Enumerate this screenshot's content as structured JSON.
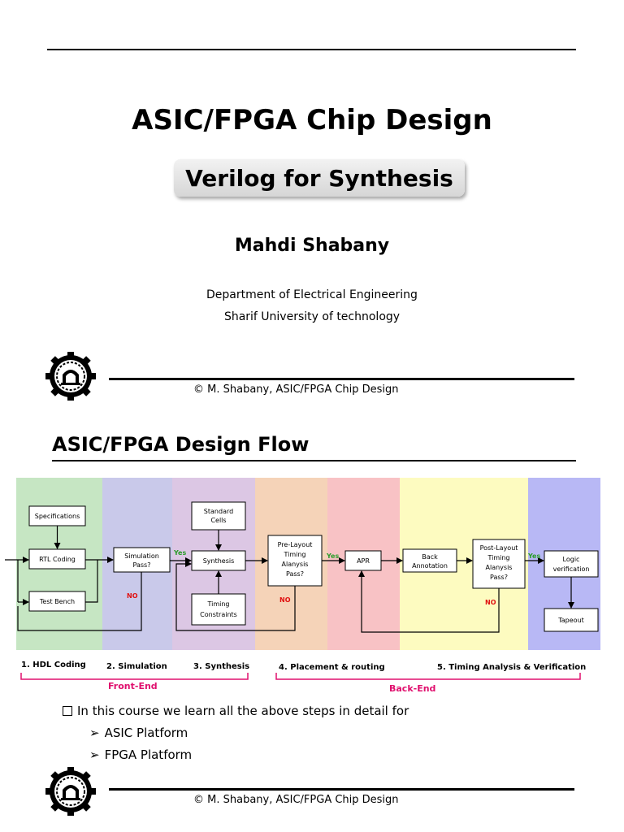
{
  "slide1": {
    "title": "ASIC/FPGA Chip Design",
    "subtitle": "Verilog for Synthesis",
    "author": "Mahdi Shabany",
    "department": "Department of Electrical Engineering",
    "university": "Sharif University of technology",
    "footer": "© M. Shabany, ASIC/FPGA Chip Design"
  },
  "slide2": {
    "title": "ASIC/FPGA Design Flow",
    "diagram": {
      "column_colors": [
        "#c6e6c3",
        "#c9c9ea",
        "#dcc7e4",
        "#f5d3b8",
        "#f8c2c5",
        "#fdfbc0",
        "#b8b8f5"
      ],
      "boxes": {
        "specifications": "Specifications",
        "rtl_coding": "RTL Coding",
        "test_bench": "Test Bench",
        "simulation_pass": [
          "Simulation",
          "Pass?"
        ],
        "standard_cells": [
          "Standard",
          "Cells"
        ],
        "synthesis": "Synthesis",
        "timing_constraints": [
          "Timing",
          "Constraints"
        ],
        "pre_layout": [
          "Pre-Layout",
          "Timing",
          "Alanysis",
          "Pass?"
        ],
        "apr": "APR",
        "back_annotation": [
          "Back",
          "Annotation"
        ],
        "post_layout": [
          "Post-Layout",
          "Timing",
          "Alanysis",
          "Pass?"
        ],
        "logic_verification": [
          "Logic",
          "verification"
        ],
        "tapeout": "Tapeout"
      },
      "yes_label": "Yes",
      "no_label": "NO",
      "yes_color": "#2a9d2a",
      "no_color": "#e01010"
    },
    "stages": {
      "hdl_coding": "1. HDL Coding",
      "simulation": "2.  Simulation",
      "synthesis": "3. Synthesis",
      "placement": "4. Placement & routing",
      "timing": "5. Timing Analysis & Verification"
    },
    "groups": {
      "front_end": "Front-End",
      "back_end": "Back-End",
      "color": "#e0106e"
    },
    "bullets": {
      "main": "In this course we learn all the above steps in detail for",
      "sub": [
        "ASIC Platform",
        "FPGA Platform"
      ]
    },
    "footer": "© M. Shabany, ASIC/FPGA Chip Design"
  }
}
